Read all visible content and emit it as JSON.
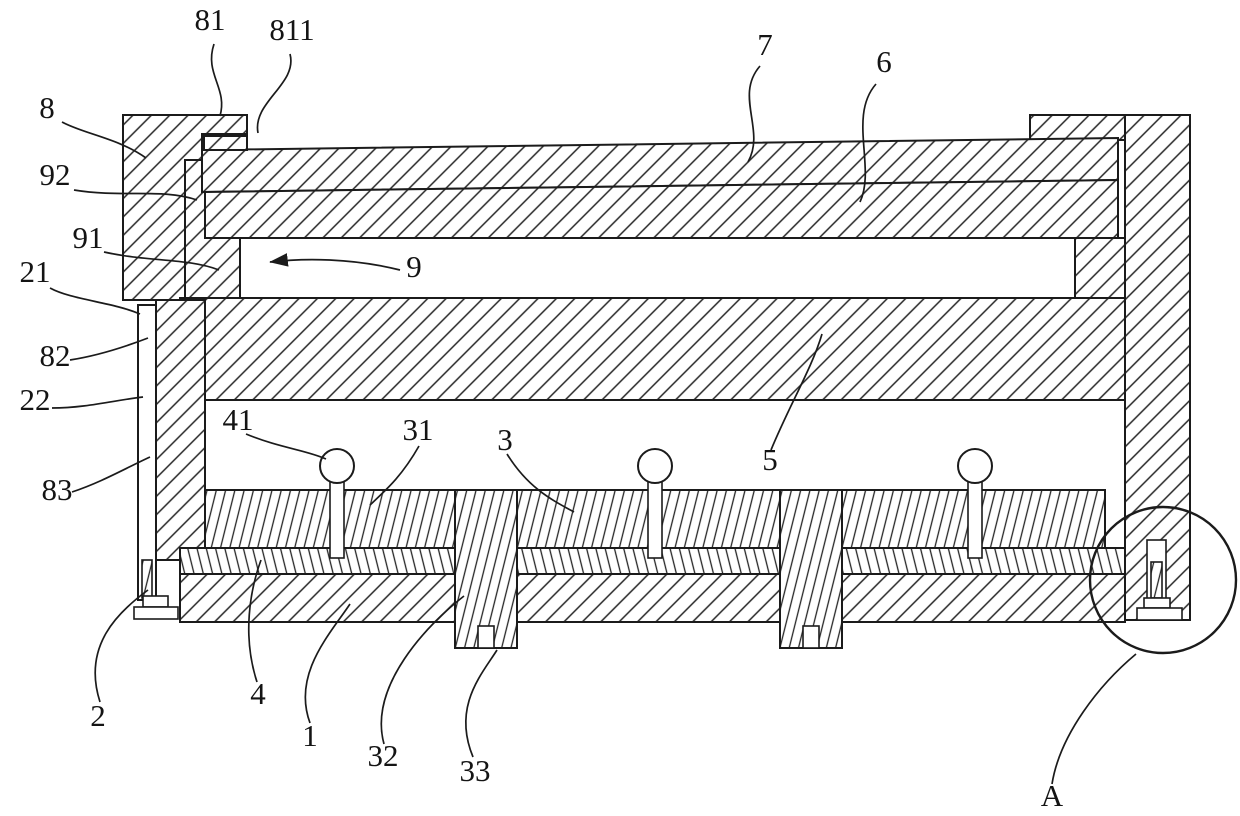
{
  "figure": {
    "ink_color": "#1b1b1b",
    "background_color": "#ffffff",
    "labels": {
      "n81": "81",
      "n811": "811",
      "n7": "7",
      "n6": "6",
      "n8": "8",
      "n92": "92",
      "n91": "91",
      "n9": "9",
      "n21": "21",
      "n82": "82",
      "n22": "22",
      "n83": "83",
      "n2": "2",
      "n4": "4",
      "n1": "1",
      "n32": "32",
      "n33": "33",
      "n41": "41",
      "n31": "31",
      "n3": "3",
      "n5": "5",
      "nA": "A"
    }
  }
}
